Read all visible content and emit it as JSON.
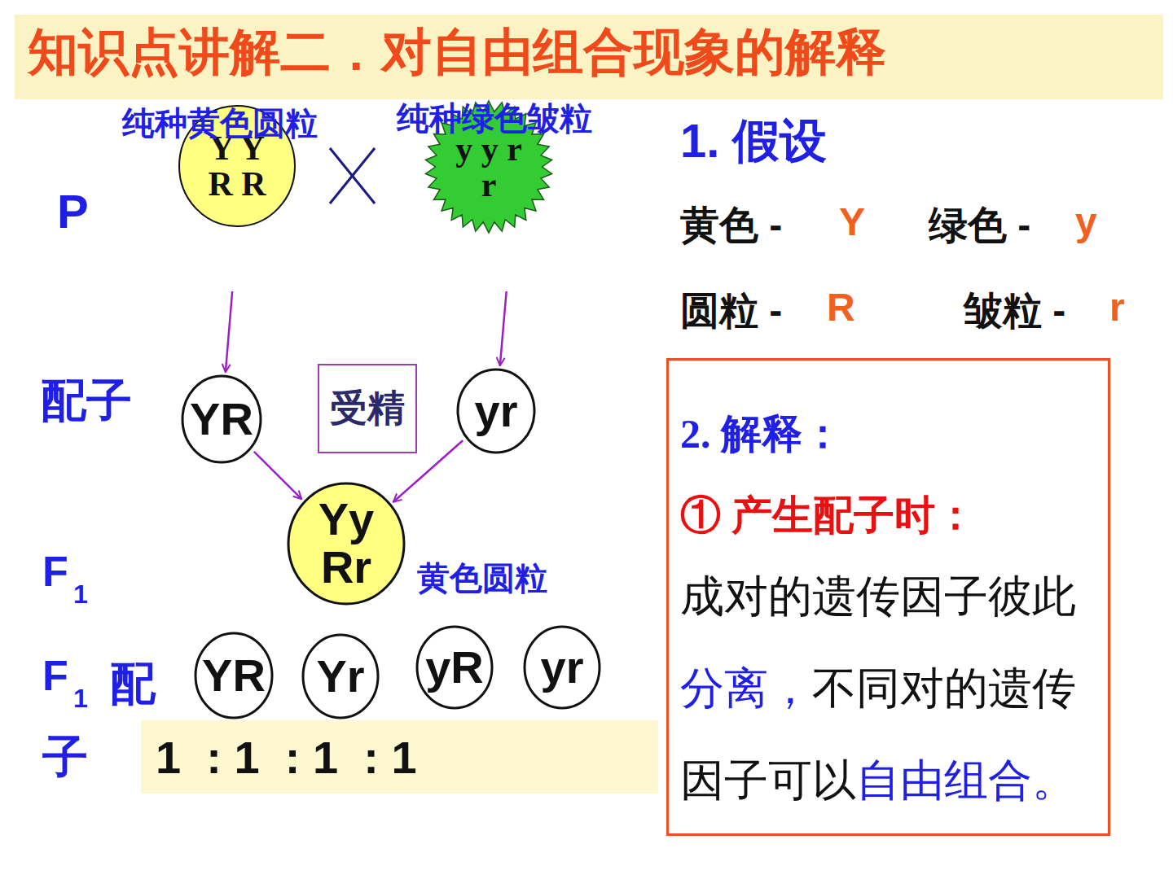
{
  "diagram": {
    "title": "知识点讲解二．对自由组合现象的解释",
    "nodes": [
      {
        "text": [
          "Y Y R R",
          "纯种黄色圆粒"
        ]
      },
      {
        "text": [
          "y y r r",
          "纯种绿色皱粒"
        ]
      },
      {
        "text": [
          "YR"
        ]
      },
      {
        "text": [
          "受精"
        ]
      },
      {
        "text": [
          "yr"
        ]
      },
      {
        "text": [
          "Yy Rr"
        ]
      },
      {
        "text": [
          "YR"
        ]
      },
      {
        "text": [
          "Yr"
        ]
      },
      {
        "text": [
          "yR"
        ]
      },
      {
        "text": [
          "yr"
        ]
      },
      {
        "text": [
          "1  : 1  : 1  : 1"
        ]
      },
      {
        "text": [
          "2. 解释：",
          "① 产生配子时：",
          "成对的遗传因子彼此",
          "分离，",
          "不同对的遗传因子可以",
          "自由组合。"
        ]
      }
    ],
    "edges": [
      {
        "from": 0,
        "to": 2,
        "arrow": "to"
      },
      {
        "from": 1,
        "to": 4,
        "arrow": "to"
      },
      {
        "from": 2,
        "to": 5,
        "arrow": "to"
      },
      {
        "from": 4,
        "to": 5,
        "arrow": "to"
      }
    ],
    "labels": [
      "P",
      "配子",
      "F",
      "1",
      "黄色圆粒",
      "F",
      "1",
      "配子",
      "1. 假设",
      "黄色 -",
      "Y",
      "绿色 -",
      "y",
      "圆粒 -",
      "R",
      "皱粒 -",
      "r"
    ]
  }
}
